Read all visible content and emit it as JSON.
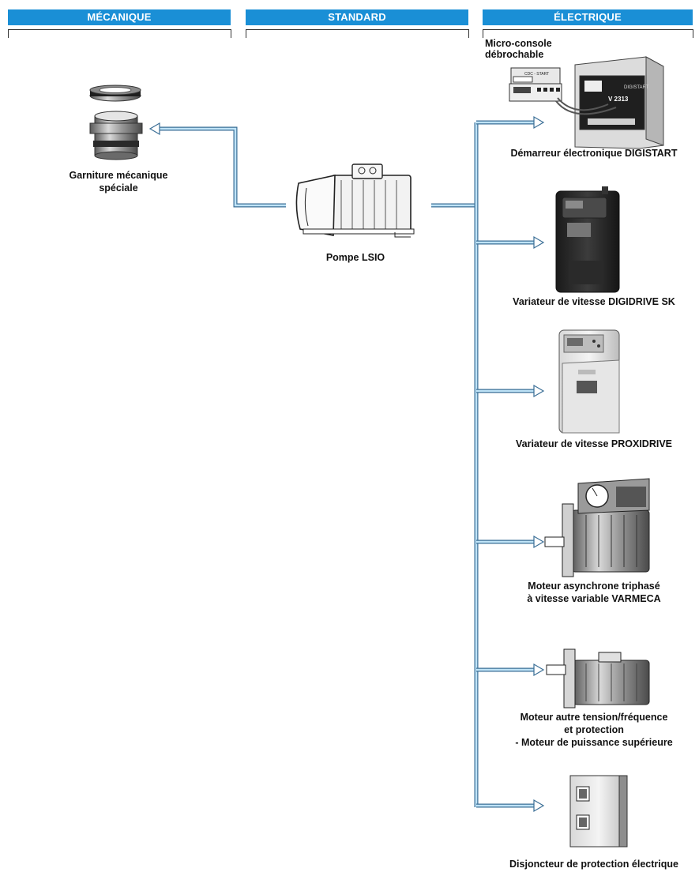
{
  "headers": {
    "mecanique": "MÉCANIQUE",
    "standard": "STANDARD",
    "electrique": "ÉLECTRIQUE"
  },
  "center": {
    "pump_label": "Pompe LSIO"
  },
  "left": {
    "seal_label_line1": "Garniture mécanique",
    "seal_label_line2": "spéciale"
  },
  "right": {
    "console_label_line1": "Micro-console",
    "console_label_line2": "débrochable",
    "items": [
      {
        "lines": [
          "Démarreur électronique DIGISTART"
        ]
      },
      {
        "lines": [
          "Variateur de vitesse DIGIDRIVE SK"
        ]
      },
      {
        "lines": [
          "Variateur de vitesse PROXIDRIVE"
        ]
      },
      {
        "lines": [
          "Moteur asynchrone triphasé",
          "à vitesse variable VARMECA"
        ]
      },
      {
        "lines": [
          "Moteur autre tension/fréquence",
          "et protection",
          "- Moteur de puissance supérieure"
        ]
      },
      {
        "lines": [
          "Disjoncteur de protection électrique"
        ]
      }
    ],
    "device_texts": {
      "digistart_brand": "DIGISTART",
      "console_line": "CDC - START",
      "model": "V 2313"
    }
  },
  "colors": {
    "header_bg": "#1a8fd6",
    "line_blue": "#9fd3f0",
    "line_outline": "#3a6e96"
  }
}
